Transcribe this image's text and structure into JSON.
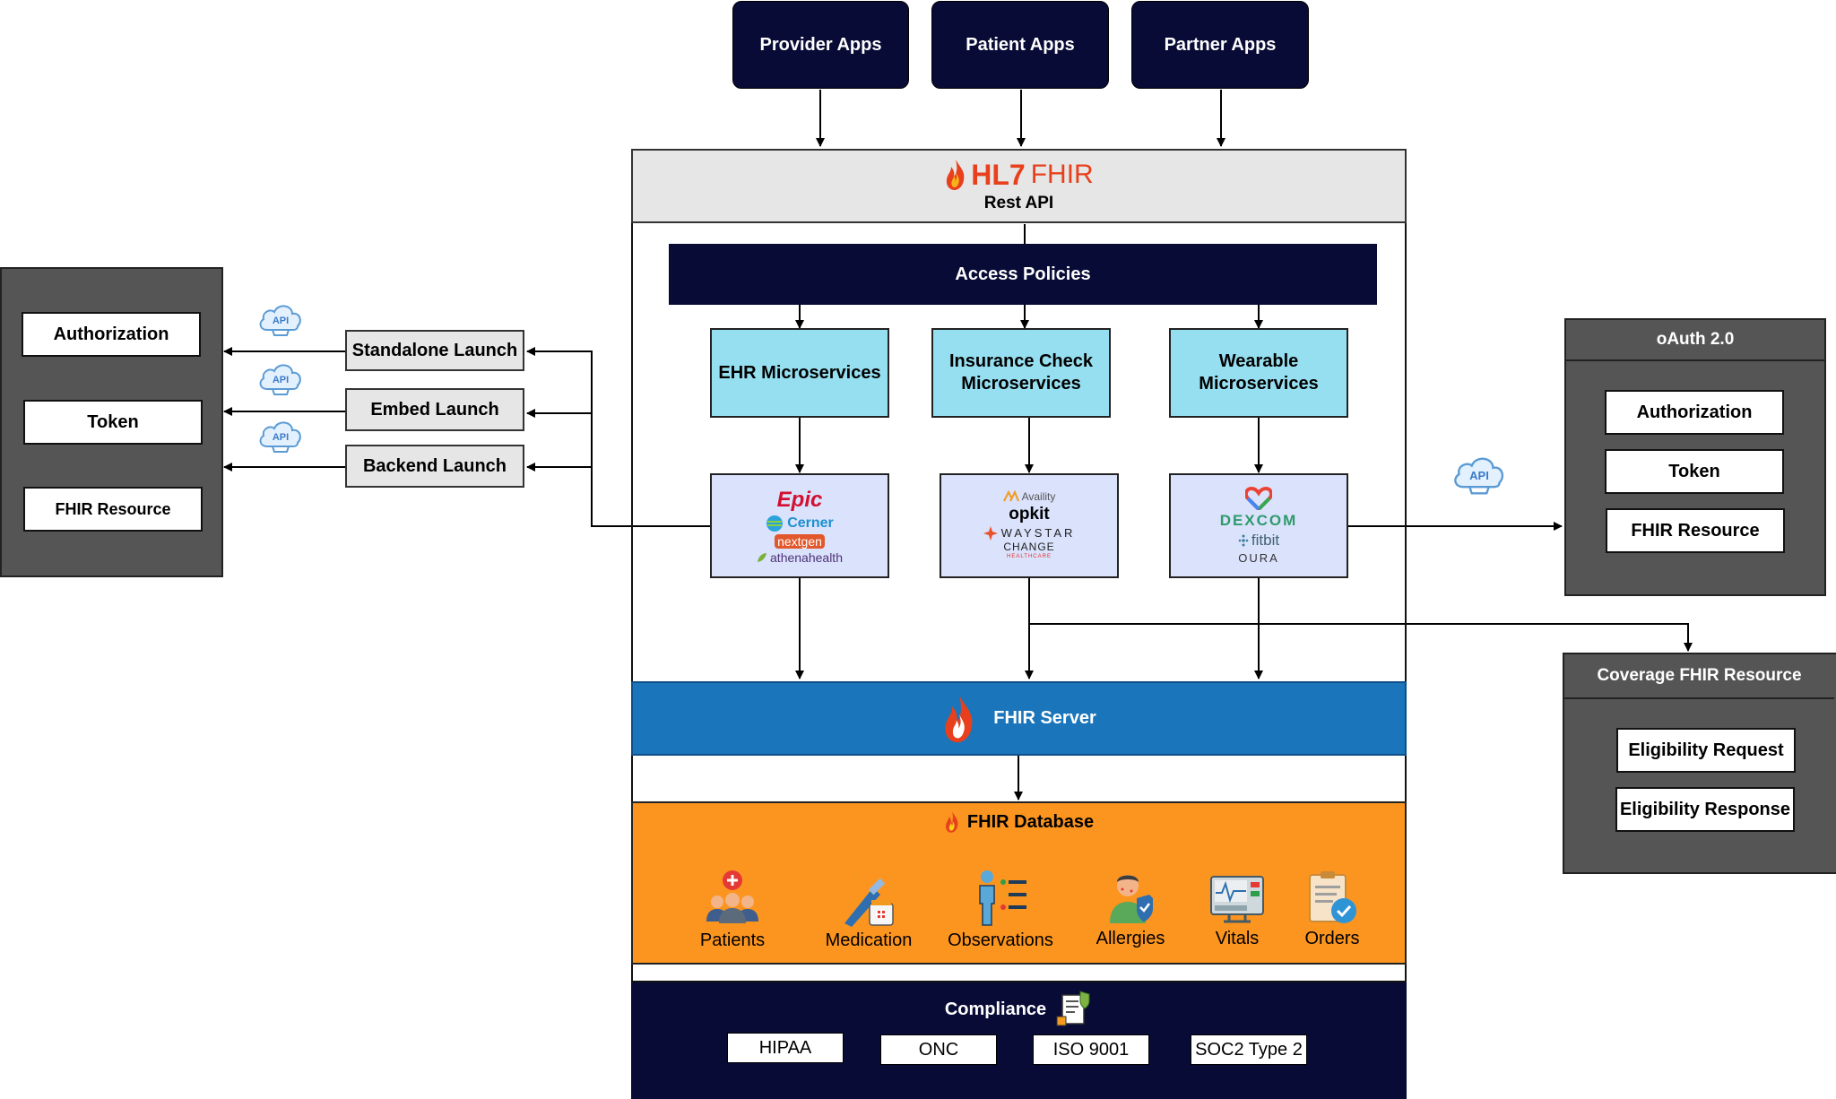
{
  "apps": {
    "provider": "Provider Apps",
    "patient": "Patient Apps",
    "partner": "Partner Apps"
  },
  "rest_api": {
    "brand_hl7": "HL7",
    "brand_fhir": "FHIR",
    "label": "Rest API"
  },
  "access_policies": "Access Policies",
  "microservices": {
    "ehr": "EHR Microservices",
    "insurance_line1": "Insurance Check",
    "insurance_line2": "Microservices",
    "wearable_line1": "Wearable",
    "wearable_line2": "Microservices"
  },
  "vendors": {
    "ehr": [
      "Epic",
      "Cerner",
      "nextgen",
      "athenahealth"
    ],
    "insurance": [
      "Availity",
      "opkit",
      "WAYSTAR",
      "CHANGE",
      "HEALTHCARE"
    ],
    "wearable": [
      "DEXCOM",
      "fitbit",
      "OURA"
    ]
  },
  "left_panel": {
    "authorization": "Authorization",
    "token": "Token",
    "fhir_resource": "FHIR Resource"
  },
  "launches": {
    "standalone": "Standalone Launch",
    "embed": "Embed Launch",
    "backend": "Backend Launch"
  },
  "api_badge": "API",
  "oauth": {
    "title": "oAuth 2.0",
    "authorization": "Authorization",
    "token": "Token",
    "fhir_resource": "FHIR Resource"
  },
  "coverage": {
    "title": "Coverage FHIR Resource",
    "request": "Eligibility Request",
    "response": "Eligibility Response"
  },
  "fhir_server": "FHIR Server",
  "fhir_database": {
    "title": "FHIR Database",
    "categories": [
      "Patients",
      "Medication",
      "Observations",
      "Allergies",
      "Vitals",
      "Orders"
    ]
  },
  "compliance": {
    "title": "Compliance",
    "items": [
      "HIPAA",
      "ONC",
      "ISO 9001",
      "SOC2 Type 2"
    ]
  },
  "colors": {
    "navy": "#080b35",
    "cyan": "#96dff0",
    "vendor_bg": "#dae2fc",
    "server_blue": "#1b75bb",
    "database_orange": "#fc9520",
    "panel_gray": "#555555",
    "rest_gray": "#e6e6e6"
  }
}
